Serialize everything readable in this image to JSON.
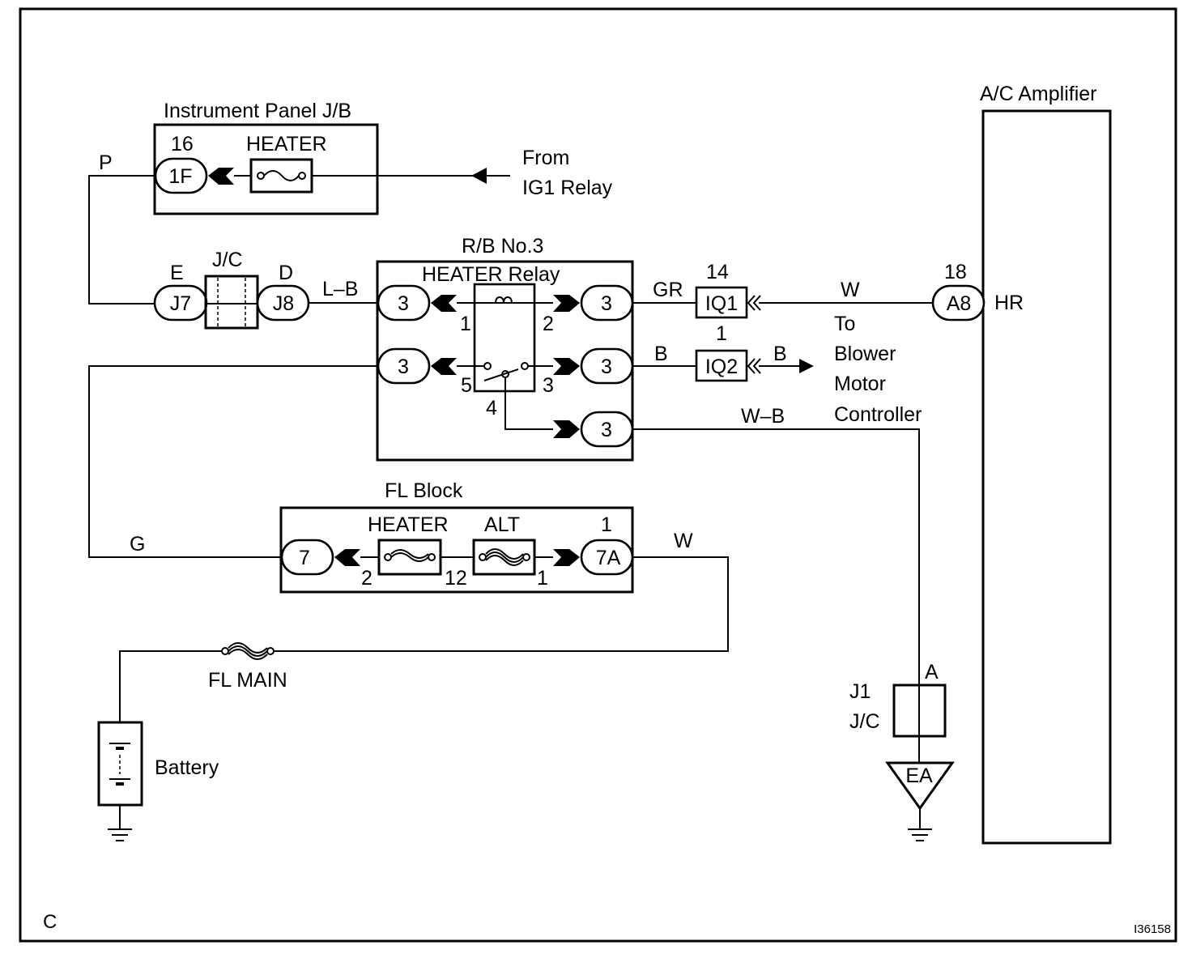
{
  "diagram": {
    "page_code": "C",
    "figure_id": "I36158",
    "components": {
      "instrument_panel_jb": {
        "label": "Instrument Panel J/B",
        "fuse_label": "HEATER",
        "connector": "1F",
        "pin": "16"
      },
      "from_ig1": {
        "line1": "From",
        "line2": "IG1 Relay"
      },
      "jc_left": {
        "label": "J/C",
        "left_conn": "J7",
        "left_pin": "E",
        "right_conn": "J8",
        "right_pin": "D"
      },
      "rb3": {
        "label": "R/B No.3",
        "relay_label": "HEATER Relay",
        "connector": "3",
        "pins": {
          "p1": "1",
          "p2": "2",
          "p3": "3",
          "p4": "4",
          "p5": "5"
        }
      },
      "fl_block": {
        "label": "FL Block",
        "heater_label": "HEATER",
        "alt_label": "ALT",
        "left_conn": "7",
        "right_conn": "7A",
        "right_pin_top": "1",
        "pin_2": "2",
        "pin_12": "12",
        "pin_1": "1"
      },
      "fl_main": {
        "label": "FL MAIN"
      },
      "battery": {
        "label": "Battery"
      },
      "iq1": {
        "label": "IQ1",
        "pin": "14"
      },
      "iq2": {
        "label": "IQ2",
        "pin": "1"
      },
      "blower": {
        "line1": "To",
        "line2": "Blower",
        "line3": "Motor",
        "line4": "Controller"
      },
      "ac_amp": {
        "label": "A/C Amplifier",
        "connector": "A8",
        "pin": "18",
        "terminal": "HR"
      },
      "j1": {
        "label": "J1",
        "sub": "J/C",
        "pin": "A"
      },
      "ground_ea": {
        "label": "EA"
      }
    },
    "wire_colors": {
      "p": "P",
      "lb": "L–B",
      "gr": "GR",
      "w_amp": "W",
      "b1": "B",
      "b2": "B",
      "wb": "W–B",
      "g": "G",
      "w_fl": "W"
    }
  }
}
